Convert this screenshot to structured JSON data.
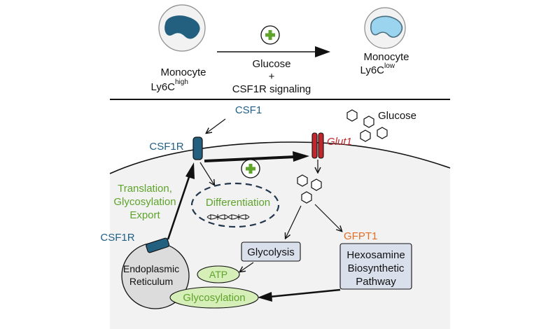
{
  "top": {
    "left_cell": {
      "name": "Monocyte",
      "subset_base": "Ly6C",
      "subset_sup": "high"
    },
    "right_cell": {
      "name": "Monocyte",
      "subset_base": "Ly6C",
      "subset_sup": "low"
    },
    "arrow_labels": {
      "line1": "Glucose",
      "line2": "+",
      "line3": "CSF1R signaling"
    }
  },
  "bottom": {
    "csf1": "CSF1",
    "csf1r_membrane": "CSF1R",
    "csf1r_er": "CSF1R",
    "glucose": "Glucose",
    "glut1": "Glut1",
    "translation": {
      "line1": "Translation,",
      "line2": "Glycosylation",
      "line3": "Export"
    },
    "differentiation": "Differentiation",
    "gfpt1": "GFPT1",
    "glycolysis": "Glycolysis",
    "hexosamine": {
      "line1": "Hexosamine",
      "line2": "Biosynthetic",
      "line3": "Pathway"
    },
    "er": {
      "line1": "Endoplasmic",
      "line2": "Reticulum"
    },
    "atp": "ATP",
    "glycosylation": "Glycosylation"
  },
  "colors": {
    "green_text": "#5ea32a",
    "blue_text": "#1f5f86",
    "red_text": "#c0262b",
    "orange_text": "#e36c26",
    "cell_bg": "#f2f2f2",
    "monocyte_high": "#23607f",
    "monocyte_low": "#9bd4ee",
    "box_fill": "#d9e0ec",
    "ellipse_fill": "#d6eeb8",
    "er_fill": "#dcdcdc"
  }
}
